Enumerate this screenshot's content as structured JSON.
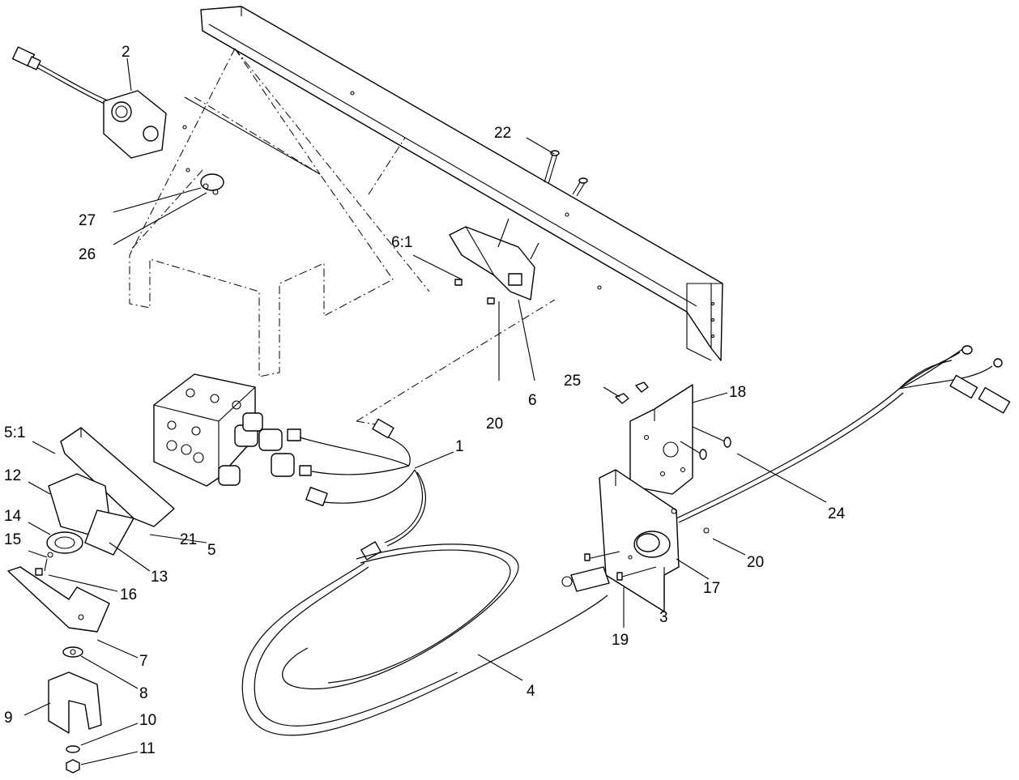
{
  "diagram": {
    "callouts": {
      "c1": "1",
      "c2": "2",
      "c3": "3",
      "c4": "4",
      "c5": "5",
      "c5_1": "5:1",
      "c6": "6",
      "c6_1": "6:1",
      "c7": "7",
      "c8": "8",
      "c9": "9",
      "c10": "10",
      "c11": "11",
      "c12": "12",
      "c13": "13",
      "c14": "14",
      "c15": "15",
      "c16": "16",
      "c17": "17",
      "c18": "18",
      "c19": "19",
      "c20a": "20",
      "c20b": "20",
      "c21": "21",
      "c22": "22",
      "c24": "24",
      "c25": "25",
      "c26": "26",
      "c27": "27"
    }
  }
}
